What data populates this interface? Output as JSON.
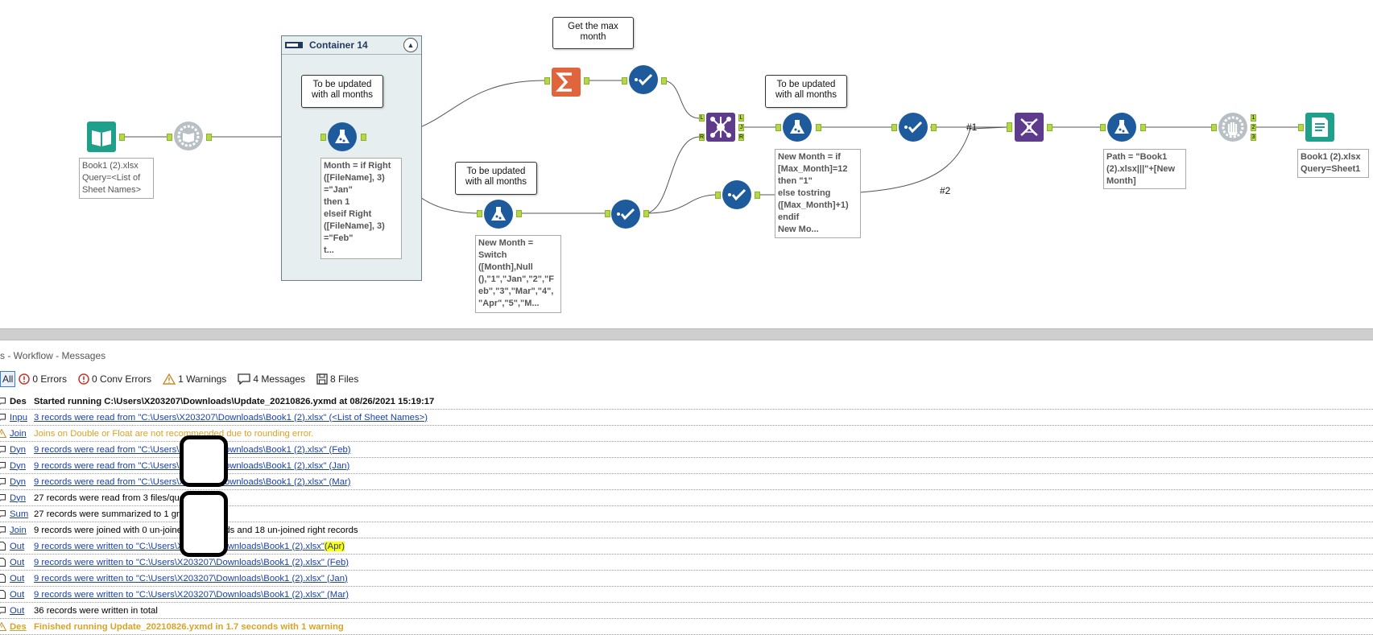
{
  "canvas": {
    "container": {
      "title": "Container 14"
    },
    "comments": {
      "max_month": "Get the max\nmonth",
      "update_1": "To be updated\nwith all months",
      "update_2": "To be updated\nwith all months",
      "update_3": "To be updated\nwith all months"
    },
    "annotations": {
      "input": "Book1 (2).xlsx\nQuery=<List of\nSheet Names>",
      "formula_1": "Month = if Right\n([FileName], 3)\n=\"Jan\"\nthen 1\nelseif Right\n([FileName], 3)\n=\"Feb\"\nt...",
      "formula_2": "New Month =\nSwitch\n([Month],Null\n(),\"1\",\"Jan\",\"2\",\"F\neb\",\"3\",\"Mar\",\"4\",\n\"Apr\",\"5\",\"M...",
      "formula_3": "New Month = if\n[Max_Month]=12\nthen \"1\"\nelse tostring\n([Max_Month]+1)\nendif\nNew Mo...",
      "formula_4": "Path = \"Book1\n(2).xlsx|||\"+[New\nMonth]",
      "output": "Book1 (2).xlsx\nQuery=Sheet1"
    },
    "wire_labels": {
      "w1": "#1",
      "w2": "#2"
    },
    "join_anchors": {
      "L": "L",
      "R": "R",
      "J": "J",
      "Lo": "L",
      "Ro": "R"
    },
    "block_anchors": {
      "a1": "1",
      "a2": "2",
      "a3": "3"
    }
  },
  "panel": {
    "title": "s - Workflow - Messages",
    "filters": {
      "all": "All",
      "errors": "0 Errors",
      "conv_errors": "0 Conv Errors",
      "warnings": "1 Warnings",
      "messages": "4 Messages",
      "files": "8 Files"
    },
    "rows": [
      {
        "tool": "Des",
        "msg": "Started running C:\\Users\\X203207\\Downloads\\Update_20210826.yxmd at 08/26/2021 15:19:17"
      },
      {
        "tool": "Inpu",
        "msg": "3 records were read from \"C:\\Users\\X203207\\Downloads\\Book1 (2).xlsx\" (<List of Sheet Names>)"
      },
      {
        "tool": "Join",
        "msg": "Joins on Double or Float are not recommended due to rounding error."
      },
      {
        "tool": "Dyn",
        "msg": "9 records were read from \"C:\\Users\\X203207\\Downloads\\Book1 (2).xlsx\" (Feb)"
      },
      {
        "tool": "Dyn",
        "msg": "9 records were read from \"C:\\Users\\X203207\\Downloads\\Book1 (2).xlsx\" (Jan)"
      },
      {
        "tool": "Dyn",
        "msg": "9 records were read from \"C:\\Users\\X203207\\Downloads\\Book1 (2).xlsx\" (Mar)"
      },
      {
        "tool": "Dyn",
        "msg": "27 records were read from 3 files/queries"
      },
      {
        "tool": "Sum",
        "msg": "27 records were summarized to 1 groups"
      },
      {
        "tool": "Join",
        "msg": "9 records were joined with 0 un-joined left records and 18 un-joined right records"
      },
      {
        "tool": "Out",
        "msg": "9 records were written to \"C:\\Users\\X203207\\Downloads\\Book1 (2).xlsx\" ",
        "hl": "(Apr)"
      },
      {
        "tool": "Out",
        "msg": "9 records were written to \"C:\\Users\\X203207\\Downloads\\Book1 (2).xlsx\" (Feb)"
      },
      {
        "tool": "Out",
        "msg": "9 records were written to \"C:\\Users\\X203207\\Downloads\\Book1 (2).xlsx\" (Jan)"
      },
      {
        "tool": "Out",
        "msg": "9 records were written to \"C:\\Users\\X203207\\Downloads\\Book1 (2).xlsx\" (Mar)"
      },
      {
        "tool": "Out",
        "msg": "36 records were written in total"
      },
      {
        "tool": "Des",
        "msg": "Finished running Update_20210826.yxmd in 1.7 seconds with 1 warning"
      }
    ]
  },
  "colors": {
    "tool_blue": "#1e5b9c",
    "summarize": "#e0643c",
    "join": "#5e3b8c",
    "input": "#1ea08a",
    "anchor": "#b5d846",
    "warning": "#d8a328",
    "link": "#1a3fa8",
    "highlight": "#ffff00"
  }
}
